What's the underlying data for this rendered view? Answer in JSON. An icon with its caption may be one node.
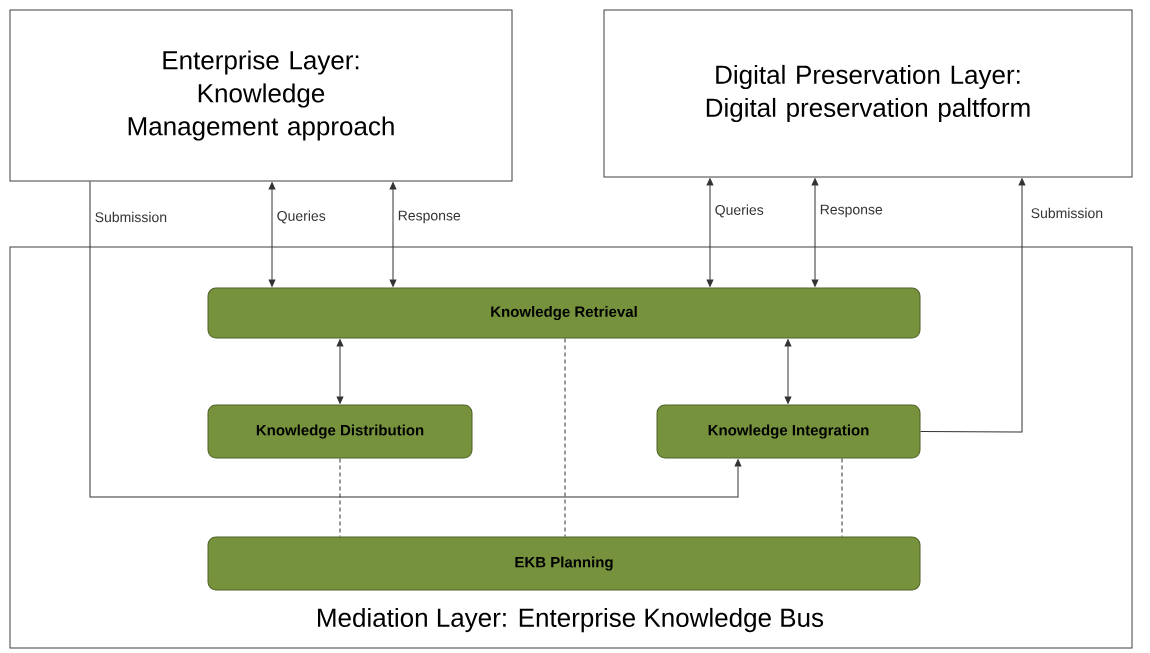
{
  "diagram": {
    "nodes": [
      {
        "text": [
          "Enterprise Layer: Knowledge Management approach"
        ]
      },
      {
        "text": [
          "Digital Preservation Layer: Digital preservation paltform"
        ]
      },
      {
        "text": [
          "Mediation Layer: Enterprise Knowledge Bus"
        ]
      },
      {
        "text": [
          "Knowledge Retrieval"
        ],
        "in": 2
      },
      {
        "text": [
          "Knowledge Distribution"
        ],
        "in": 2
      },
      {
        "text": [
          "Knowledge Integration"
        ],
        "in": 2
      },
      {
        "text": [
          "EKB Planning"
        ],
        "in": 2
      }
    ],
    "edges": [
      {
        "from": 0,
        "to": 5,
        "arrow": "to",
        "label": "Submission"
      },
      {
        "from": 0,
        "to": 3,
        "arrow": "both",
        "label": "Queries"
      },
      {
        "from": 0,
        "to": 3,
        "arrow": "both",
        "label": "Response"
      },
      {
        "from": 1,
        "to": 3,
        "arrow": "both",
        "label": "Queries"
      },
      {
        "from": 1,
        "to": 3,
        "arrow": "both",
        "label": "Response"
      },
      {
        "from": 5,
        "to": 1,
        "arrow": "to",
        "label": "Submission"
      },
      {
        "from": 3,
        "to": 4,
        "arrow": "both"
      },
      {
        "from": 3,
        "to": 5,
        "arrow": "both"
      },
      {
        "from": 4,
        "to": 6,
        "arrow": "none",
        "style": "dashed"
      },
      {
        "from": 3,
        "to": 6,
        "arrow": "none",
        "style": "dashed"
      },
      {
        "from": 5,
        "to": 6,
        "arrow": "none",
        "style": "dashed"
      }
    ]
  }
}
